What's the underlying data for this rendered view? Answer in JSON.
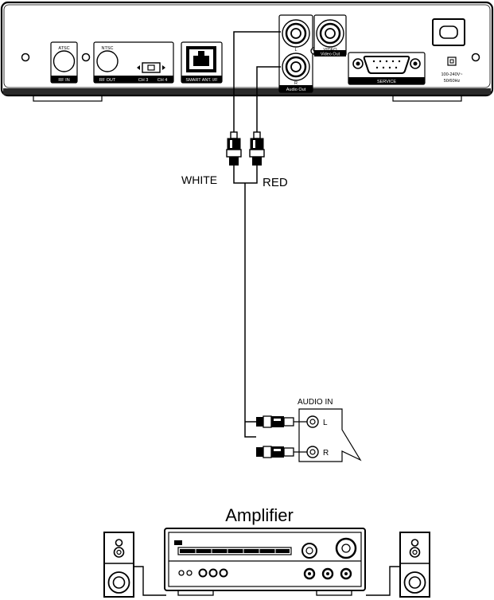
{
  "receiver": {
    "atsc_label": "ATSC",
    "rf_in_label": "RF IN",
    "ntsc_label": "NTSC",
    "rf_out_label": "RF OUT",
    "ch3_label": "CH 3",
    "ch4_label": "CH 4",
    "smart_ant_label": "SMART ANT. I/F",
    "audio_l_label": "L",
    "audio_r_label": "R",
    "audio_out_label": "Audio Out",
    "video_label": "VIDEO",
    "video_out_label": "Video Out",
    "service_label": "SERVICE",
    "power_line1": "100-240V~",
    "power_line2": "50/60Hz"
  },
  "cable": {
    "white_label": "WHITE",
    "red_label": "RED"
  },
  "amplifier_input": {
    "title": "AUDIO IN",
    "l_label": "L",
    "r_label": "R"
  },
  "amplifier": {
    "title": "Amplifier"
  }
}
